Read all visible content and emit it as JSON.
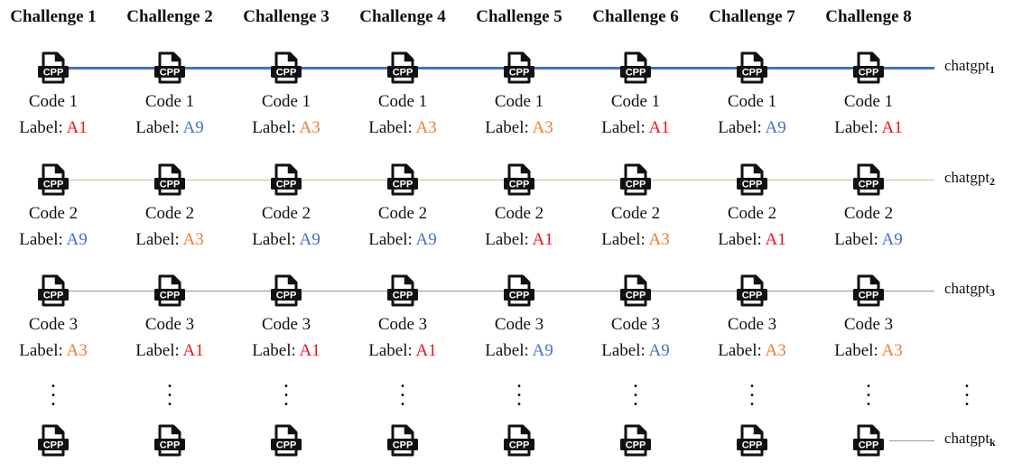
{
  "headers": [
    "Challenge 1",
    "Challenge 2",
    "Challenge 3",
    "Challenge 4",
    "Challenge 5",
    "Challenge 6",
    "Challenge 7",
    "Challenge 8"
  ],
  "icon_text": "CPP",
  "label_prefix": "Label: ",
  "colors": {
    "A1": "#e8141c",
    "A9": "#4472c4",
    "A3": "#ed7d31"
  },
  "rows": [
    {
      "model": "chatgpt",
      "sub": "1",
      "line_color": "#4472c4",
      "code": "Code 1",
      "labels": [
        "A1",
        "A9",
        "A3",
        "A3",
        "A3",
        "A1",
        "A9",
        "A1"
      ]
    },
    {
      "model": "chatgpt",
      "sub": "2",
      "line_color": "#a9d18e",
      "code": "Code 2",
      "labels": [
        "A9",
        "A3",
        "A9",
        "A9",
        "A1",
        "A3",
        "A1",
        "A9"
      ]
    },
    {
      "model": "chatgpt",
      "sub": "3",
      "line_color": "#8f8faf",
      "code": "Code 3",
      "labels": [
        "A3",
        "A1",
        "A1",
        "A1",
        "A9",
        "A9",
        "A3",
        "A3"
      ]
    }
  ],
  "last_row": {
    "model": "chatgpt",
    "sub": "k",
    "line_color": "#999999"
  }
}
